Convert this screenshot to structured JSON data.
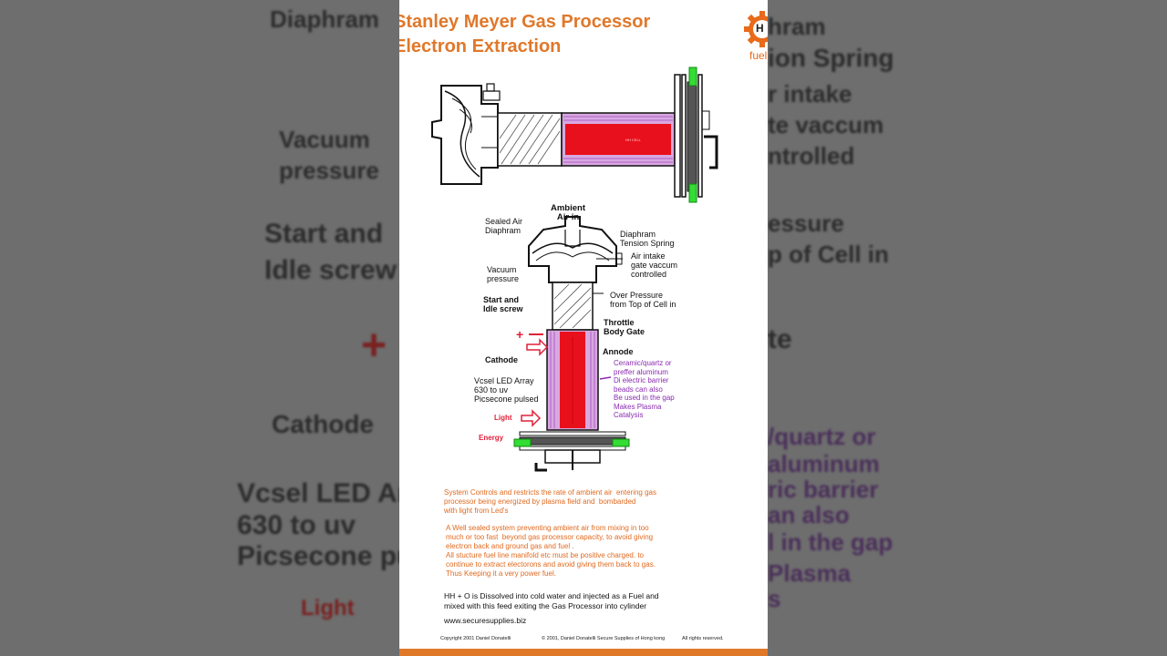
{
  "page": {
    "title_line1": "Stanley Meyer Gas Processor",
    "title_line2": "Electron Extraction"
  },
  "logo": {
    "letter": "H",
    "text": "fuel"
  },
  "top_diagram": {
    "cell_label": "HH CELL"
  },
  "labels": {
    "ambient_air": "Ambient\nAir in",
    "sealed_air": "Sealed Air\nDiaphram",
    "diaphram_spring": "Diaphram\nTension Spring",
    "air_intake": "Air intake\ngate vaccum\ncontrolled",
    "vacuum": "Vacuum\npressure",
    "start_idle": "Start and\nIdle screw",
    "over_pressure": "Over Pressure\nfrom Top of Cell in",
    "throttle": "Throttle\nBody Gate",
    "cathode": "Cathode",
    "annode": "Annode",
    "vcsel": "Vcsel LED Array\n630 to uv\nPicsecone pulsed",
    "ceramic": "Ceramic/quartz or\npreffer aluminum\nDi electric barrier\nbeads can also\nBe used in the gap\nMakes Plasma\nCatalysis",
    "light": "Light",
    "energy": "Energy"
  },
  "notes": {
    "system_controls": "System Controls and restricts the rate of ambient air  entering gas\nprocessor being energized by plasma field and  bombarded\nwith light from Led's",
    "well_sealed": "A Well sealed system preventing ambient air from mixing in too\nmuch or too fast  beyond gas processor capacity, to avoid giving\nelectron back and ground gas and fuel .\nAll stucture fuel line manifold etc must be positive charged. to\ncontinue to extract electorons and avoid giving them back to gas.\nThus Keeping it a very power fuel.",
    "hho": "HH + O is Dissolved into cold water and injected as a Fuel and\nmixed with this feed exiting the Gas Processor into cylinder",
    "website": "www.securesupplies.biz"
  },
  "footer": {
    "left": "Copyright 2001 Daniel Donatelli",
    "middle": "© 2001, Daniel Donatelli Secure Supplies   of Hong kong",
    "right": "All rights reserved."
  },
  "background_left": {
    "t1": "Diaphram",
    "t2": "Vacuum",
    "t3": "pressure",
    "t4": "Start and",
    "t5": "Idle screw",
    "t6": "Cathode",
    "t7": "Vcsel LED Ar",
    "t8": "630 to uv",
    "t9": "Picsecone pu",
    "t10": "Light"
  },
  "background_right": {
    "t1": "hram",
    "t2": "ion Spring",
    "t3": "r intake",
    "t4": "te vaccum",
    "t5": "ntrolled",
    "t6": "essure",
    "t7": "p of Cell in",
    "t8": "te",
    "t9": "/quartz or",
    "t10": "aluminum",
    "t11": "ric barrier",
    "t12": "an also",
    "t13": "l in the gap",
    "t14": "Plasma",
    "t15": "s"
  },
  "colors": {
    "title": "#e0782a",
    "cell_red": "#e8101c",
    "cell_purple": "#c070d0",
    "green": "#33dd33",
    "annotation_purple": "#8a2bb0"
  }
}
